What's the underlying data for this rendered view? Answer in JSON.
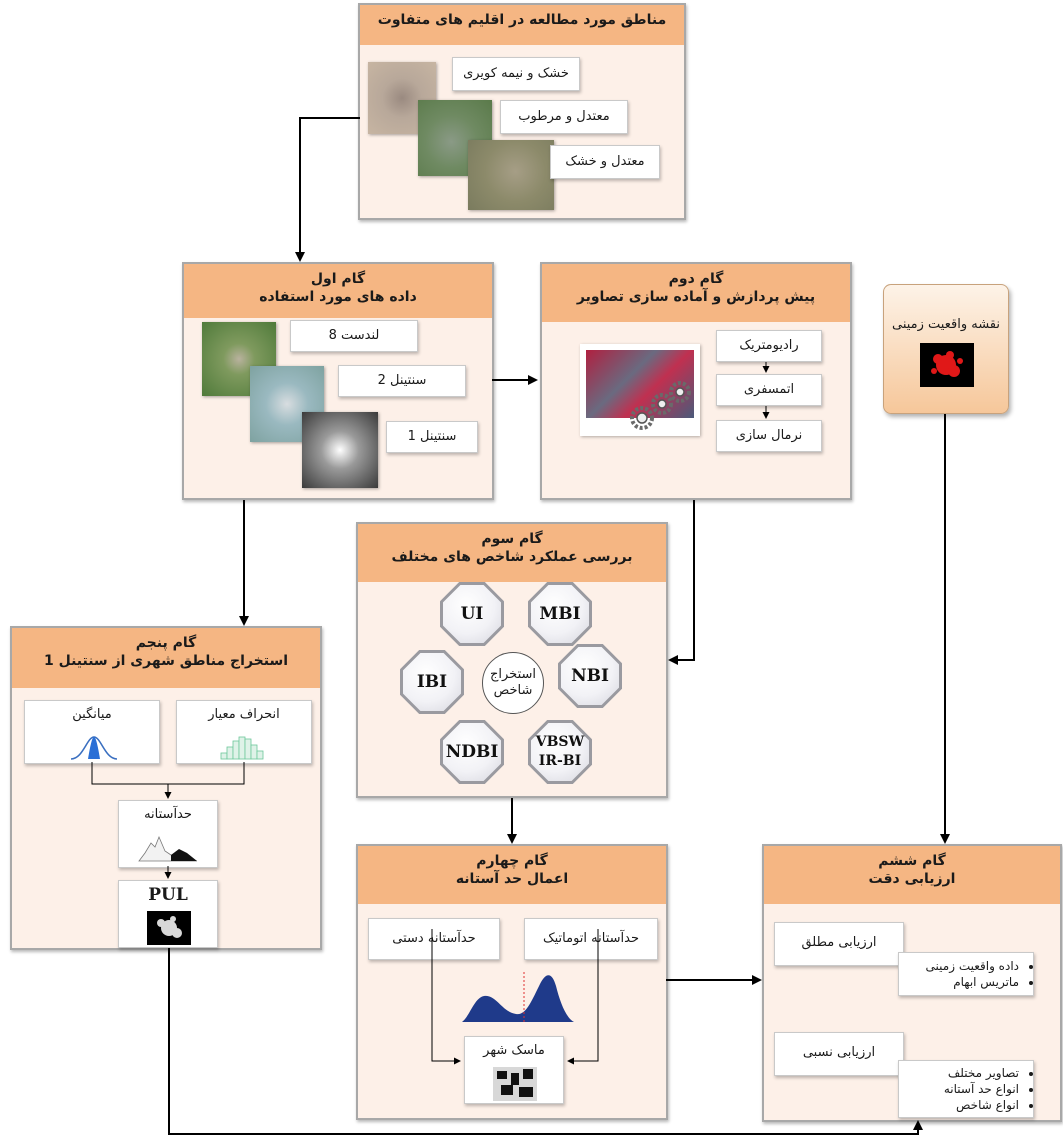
{
  "study_areas": {
    "title": "مناطق مورد مطالعه در اقلیم های متفاوت",
    "climates": [
      "خشک و نیمه کویری",
      "معتدل و مرطوب",
      "معتدل و خشک"
    ]
  },
  "step1": {
    "title_line1": "گام اول",
    "title_line2": "داده های مورد استفاده",
    "datasets": [
      "لندست 8",
      "سنتینل 2",
      "سنتینل 1"
    ]
  },
  "step2": {
    "title_line1": "گام دوم",
    "title_line2": "پیش پردازش و آماده سازی تصاویر",
    "process": [
      "رادیومتریک",
      "اتمسفری",
      "نرمال سازی"
    ]
  },
  "ground_truth": {
    "title": "نقشه واقعیت زمینی"
  },
  "step3": {
    "title_line1": "گام سوم",
    "title_line2": "بررسی عملکرد شاخص های مختلف",
    "center_label": "استخراج شاخص",
    "indices": [
      "UI",
      "MBI",
      "IBI",
      "NBI",
      "NDBI",
      "VBSWIR-BI"
    ]
  },
  "step4": {
    "title_line1": "گام چهارم",
    "title_line2": "اعمال حد آستانه",
    "manual_threshold": "حدآستانه دستی",
    "auto_threshold": "حدآستانه اتوماتیک",
    "city_mask": "ماسک شهر"
  },
  "step5": {
    "title_line1": "گام پنجم",
    "title_line2": "استخراج مناطق شهری از سنتینل 1",
    "mean": "میانگین",
    "std_dev": "انحراف معیار",
    "threshold": "حدآستانه",
    "result": "PUL"
  },
  "step6": {
    "title_line1": "گام ششم",
    "title_line2": "ارزیابی دقت",
    "absolute": "ارزیابی مطلق",
    "absolute_items": [
      "داده واقعیت زمینی",
      "ماتریس ابهام"
    ],
    "relative": "ارزیابی نسبی",
    "relative_items": [
      "تصاویر مختلف",
      "انواع حد آستانه",
      "انواع شاخص"
    ]
  },
  "colors": {
    "header": "#f5b683",
    "panel": "#fdf0e8",
    "mask_red": "#e01818"
  }
}
